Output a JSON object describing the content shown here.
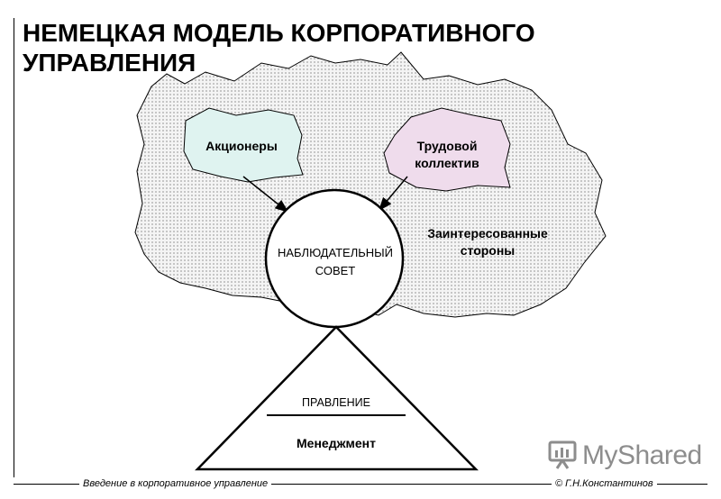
{
  "title": "НЕМЕЦКАЯ МОДЕЛЬ КОРПОРАТИВНОГО УПРАВЛЕНИЯ",
  "diagram": {
    "shareholders": "Акционеры",
    "labor_collective_line1": "Трудовой",
    "labor_collective_line2": "коллектив",
    "stakeholders_line1": "Заинтересованные",
    "stakeholders_line2": "стороны",
    "supervisory_board_line1": "НАБЛЮДАТЕЛЬНЫЙ",
    "supervisory_board_line2": "СОВЕТ",
    "executive_board": "ПРАВЛЕНИЕ",
    "management": "Менеджмент"
  },
  "footer": {
    "left": "Введение в корпоративное управление",
    "right": "© Г.Н.Константинов"
  },
  "watermark": {
    "text": "MyShared",
    "icon": "presentation-board-icon"
  },
  "colors": {
    "cloud_fill": "#f4f4f4",
    "shareholders_fill": "#dff3f0",
    "labor_fill": "#efdcec",
    "outline": "#000000",
    "watermark": "#8d8d8d"
  }
}
